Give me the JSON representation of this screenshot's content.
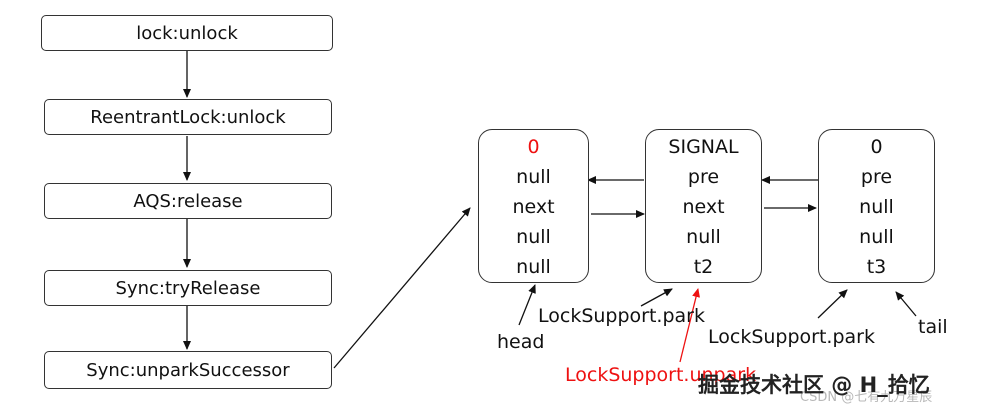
{
  "flow": {
    "steps": [
      "lock:unlock",
      "ReentrantLock:unlock",
      "AQS:release",
      "Sync:tryRelease",
      "Sync:unparkSuccessor"
    ]
  },
  "nodes": {
    "head": {
      "fields": [
        "0",
        "null",
        "next",
        "null",
        "null"
      ]
    },
    "t2": {
      "fields": [
        "SIGNAL",
        "pre",
        "next",
        "null",
        "t2"
      ]
    },
    "t3": {
      "fields": [
        "0",
        "pre",
        "null",
        "null",
        "t3"
      ]
    }
  },
  "labels": {
    "head": "head",
    "park_t2": "LockSupport.park",
    "unpark_t2": "LockSupport.unpark",
    "park_t3": "LockSupport.park",
    "tail": "tail"
  },
  "watermark": {
    "main": "掘金技术社区 @ H_拾忆",
    "sub": "CSDN @七有九万星辰"
  },
  "colors": {
    "highlight": "#e11111",
    "border": "#333333",
    "arrow": "#111111"
  }
}
